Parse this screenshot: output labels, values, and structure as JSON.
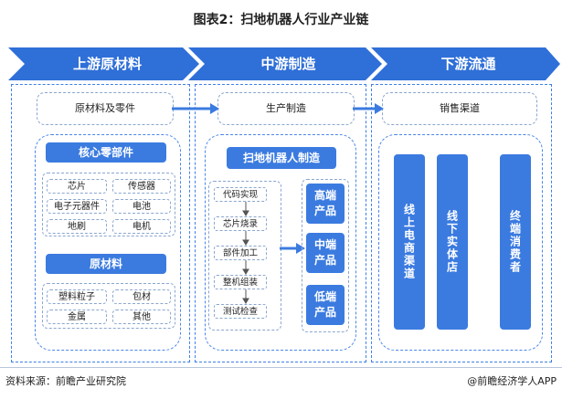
{
  "title": "图表2：扫地机器人行业产业链",
  "stages": [
    "上游原材料",
    "中游制造",
    "下游流通"
  ],
  "upstream": {
    "top_box": "原材料及零件",
    "core_parts": {
      "header": "核心零部件",
      "items": [
        "芯片",
        "传感器",
        "电子元器件",
        "电池",
        "地刷",
        "电机"
      ]
    },
    "raw_materials": {
      "header": "原材料",
      "items": [
        "塑料粒子",
        "包材",
        "金属",
        "其他"
      ]
    }
  },
  "midstream": {
    "top_box": "生产制造",
    "header": "扫地机器人制造",
    "steps": [
      "代码实现",
      "芯片烧录",
      "部件加工",
      "整机组装",
      "测试检查"
    ],
    "products": [
      [
        "高端",
        "产品"
      ],
      [
        "中端",
        "产品"
      ],
      [
        "低端",
        "产品"
      ]
    ]
  },
  "downstream": {
    "top_box": "销售渠道",
    "channels": [
      "线上电商渠道",
      "线下实体店",
      "终端消费者"
    ]
  },
  "footer": {
    "source": "资料来源：前瞻产业研究院",
    "brand": "@前瞻经济学人APP"
  },
  "colors": {
    "primary": "#3b7be0",
    "dashed_border": "#3d7fe6",
    "chevron": "#2f6fd8"
  }
}
